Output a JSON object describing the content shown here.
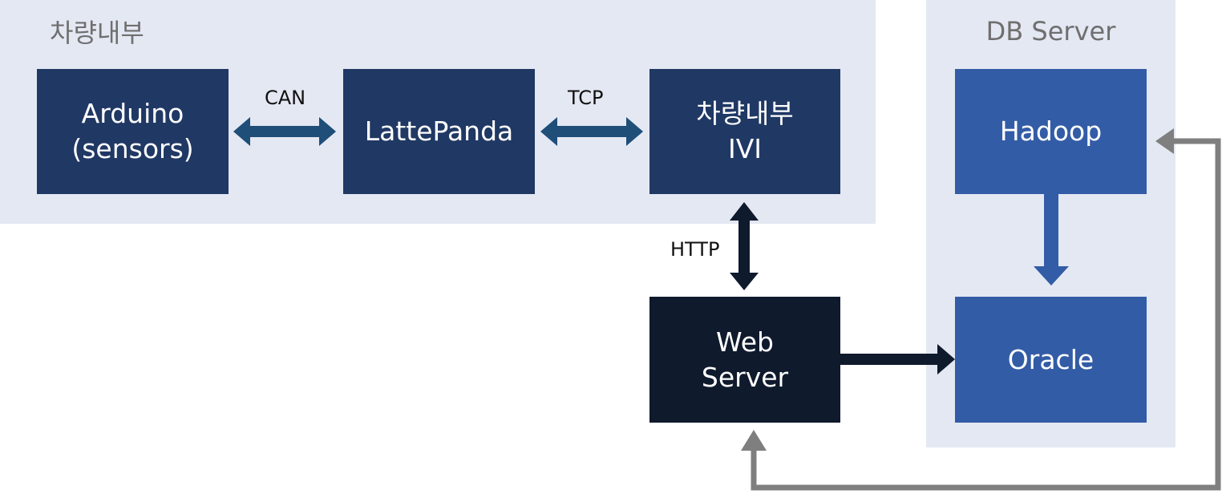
{
  "regions": {
    "vehicle": {
      "title": "차량내부"
    },
    "db": {
      "title": "DB Server"
    }
  },
  "nodes": {
    "arduino": {
      "line1": "Arduino",
      "line2": "(sensors)"
    },
    "lattepanda": {
      "line1": "LattePanda"
    },
    "ivi": {
      "line1": "차량내부",
      "line2": "IVI"
    },
    "webserver": {
      "line1": "Web",
      "line2": "Server"
    },
    "hadoop": {
      "line1": "Hadoop"
    },
    "oracle": {
      "line1": "Oracle"
    }
  },
  "edges": {
    "can": "CAN",
    "tcp": "TCP",
    "http": "HTTP"
  },
  "colors": {
    "region_bg": "#e4e8f3",
    "node_navy": "#203864",
    "node_dark": "#0f1a2d",
    "node_blue": "#335ca6",
    "arrow_mid": "#1f4e79",
    "arrow_dark": "#0f1a2d",
    "arrow_blue": "#335ca6",
    "arrow_gray": "#7f7f7f"
  }
}
